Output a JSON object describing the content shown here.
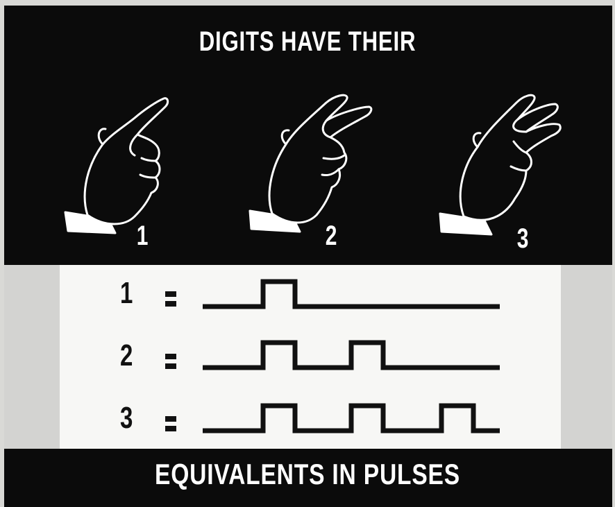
{
  "top_title": "DIGITS HAVE THEIR",
  "bottom_title": "EQUIVALENTS IN PULSES",
  "hands": [
    {
      "label": "1",
      "fingers": 1
    },
    {
      "label": "2",
      "fingers": 2
    },
    {
      "label": "3",
      "fingers": 3
    }
  ],
  "rows": [
    {
      "label": "1",
      "equals": "=",
      "pulses": 1
    },
    {
      "label": "2",
      "equals": "=",
      "pulses": 2
    },
    {
      "label": "3",
      "equals": "=",
      "pulses": 3
    }
  ],
  "colors": {
    "dark": "#0b0b0b",
    "light": "#f7f7f5",
    "ink": "#111111"
  }
}
